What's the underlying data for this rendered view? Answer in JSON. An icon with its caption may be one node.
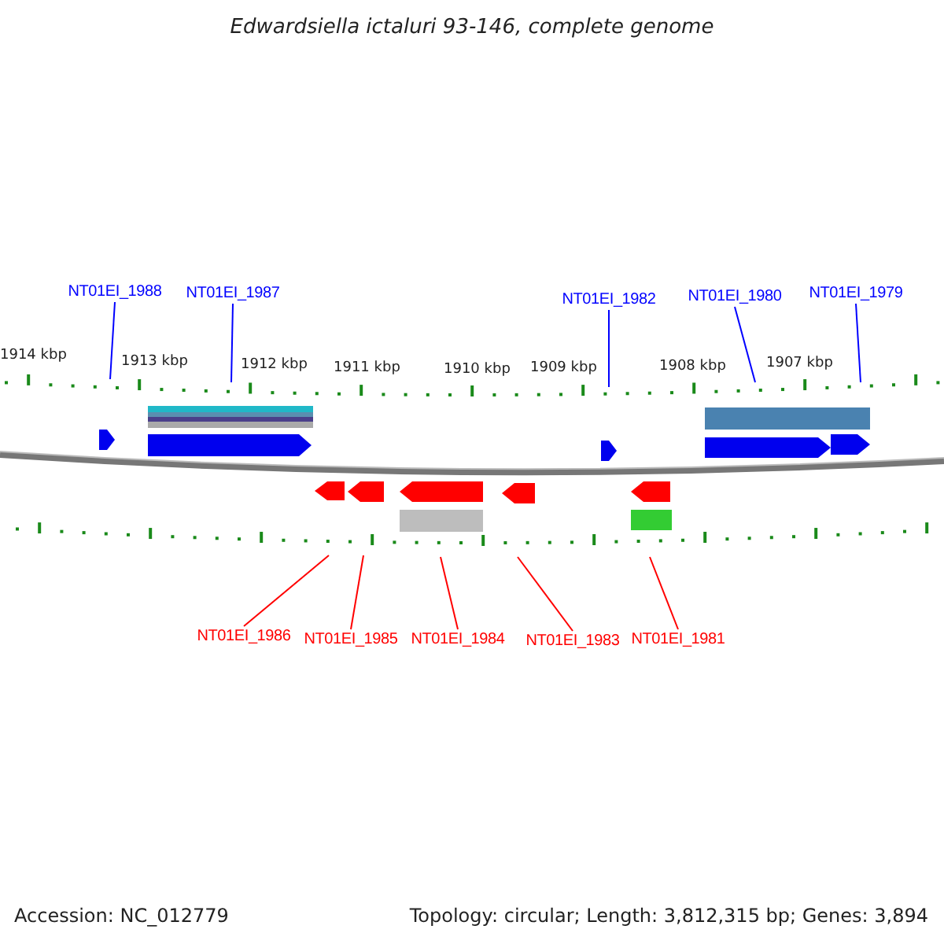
{
  "diagram": {
    "title": "Edwardsiella ictaluri 93-146, complete genome",
    "nodes": [
      {
        "text": [
          "NT01EI_1988"
        ]
      },
      {
        "text": [
          "NT01EI_1987"
        ]
      },
      {
        "text": [
          "NT01EI_1982"
        ]
      },
      {
        "text": [
          "NT01EI_1980"
        ]
      },
      {
        "text": [
          "NT01EI_1979"
        ]
      },
      {
        "text": [
          "NT01EI_1986"
        ]
      },
      {
        "text": [
          "NT01EI_1985"
        ]
      },
      {
        "text": [
          "NT01EI_1984"
        ]
      },
      {
        "text": [
          "NT01EI_1983"
        ]
      },
      {
        "text": [
          "NT01EI_1981"
        ]
      }
    ],
    "edges": [
      {
        "from": 0,
        "to": null,
        "arrow": "none"
      },
      {
        "from": 1,
        "to": null,
        "arrow": "none"
      },
      {
        "from": 2,
        "to": null,
        "arrow": "none"
      },
      {
        "from": 3,
        "to": null,
        "arrow": "none"
      },
      {
        "from": 4,
        "to": null,
        "arrow": "none"
      },
      {
        "from": 5,
        "to": null,
        "arrow": "none",
        "color": "#ff0000"
      },
      {
        "from": 6,
        "to": null,
        "arrow": "none",
        "color": "#ff0000"
      },
      {
        "from": 7,
        "to": null,
        "arrow": "none",
        "color": "#ff0000"
      },
      {
        "from": 8,
        "to": null,
        "arrow": "none",
        "color": "#ff0000"
      },
      {
        "from": 9,
        "to": null,
        "arrow": "none",
        "color": "#ff0000"
      }
    ],
    "labels": [
      "1914 kbp",
      "1913 kbp",
      "1912 kbp",
      "1911 kbp",
      "1910 kbp",
      "1909 kbp",
      "1908 kbp",
      "1907 kbp",
      "Accession: NC_012779",
      "Topology: circular; Length: 3,812,315 bp; Genes: 3,894"
    ]
  }
}
